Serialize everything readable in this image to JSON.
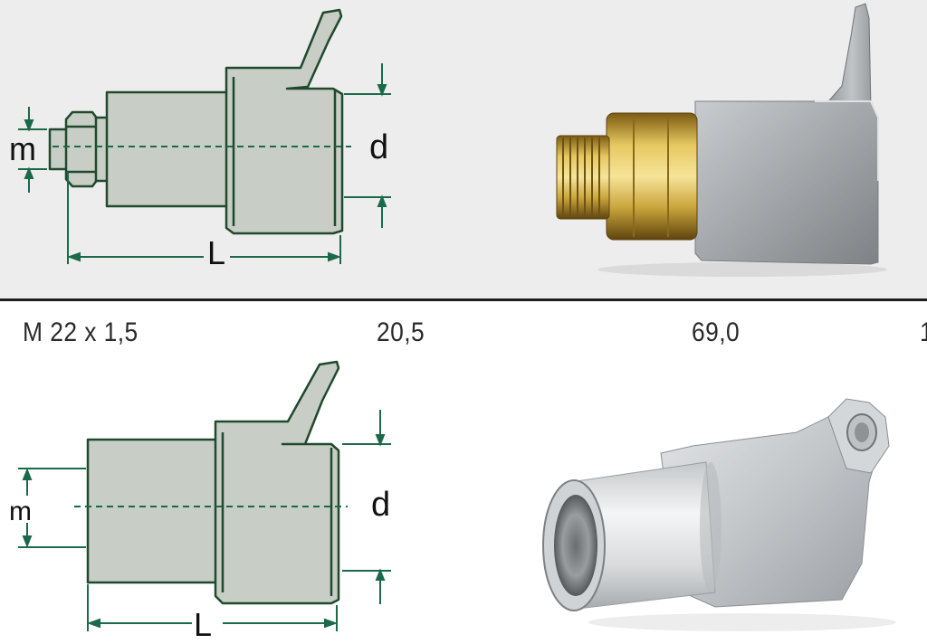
{
  "row": {
    "thread": "M 22 x 1,5",
    "d_value": "20,5",
    "l_value": "69,0",
    "cut_off": "1"
  },
  "diagram_top": {
    "label_m": "m",
    "label_d": "d",
    "label_L": "L"
  },
  "diagram_bottom": {
    "label_m": "m",
    "label_d": "d",
    "label_L": "L"
  },
  "colors": {
    "part_fill": "#c8cdc6",
    "outline": "#1f4a2c",
    "dimension": "#1a6a4a",
    "brass": "#c9a43a",
    "aluminum": "#a9adb0",
    "panel_top": "#ededed",
    "divider": "#1e1e1e"
  }
}
